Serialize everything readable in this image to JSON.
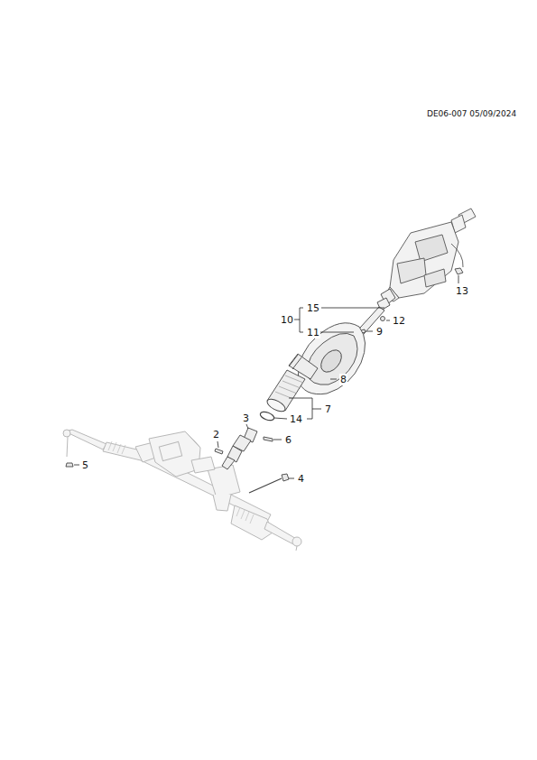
{
  "diagram": {
    "labels": [
      "DE06-007 05/09/2024",
      "15",
      "10",
      "11",
      "12",
      "13",
      "9",
      "8",
      "7",
      "14",
      "3",
      "2",
      "6",
      "5",
      "4"
    ]
  }
}
